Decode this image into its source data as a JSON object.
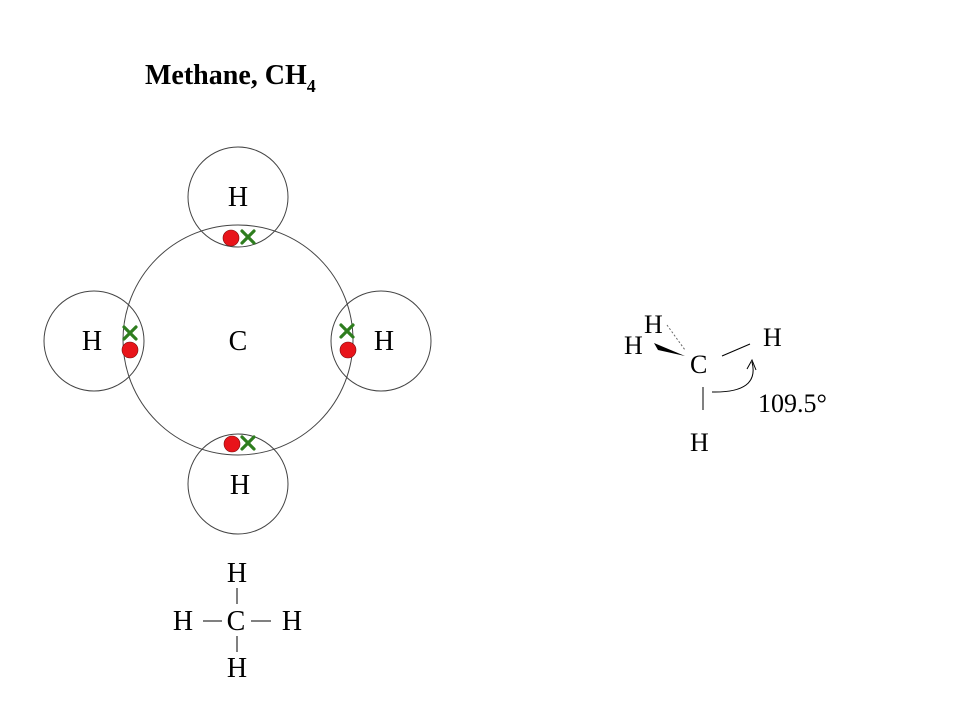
{
  "title": {
    "text": "Methane, CH",
    "subscript": "4"
  },
  "dot_cross": {
    "central_atom": "C",
    "outer_atoms": [
      "H",
      "H",
      "H",
      "H"
    ],
    "shared_pairs": 4,
    "colors": {
      "electron_dot": "#e8141a",
      "electron_cross": "#2e7d1e",
      "shell": "#444444"
    }
  },
  "tetrahedral": {
    "central_atom": "C",
    "atoms": [
      "H",
      "H",
      "H",
      "H"
    ],
    "bond_angle": "109.5°"
  },
  "structural": {
    "central_atom": "C",
    "atoms": [
      "H",
      "H",
      "H",
      "H"
    ]
  }
}
